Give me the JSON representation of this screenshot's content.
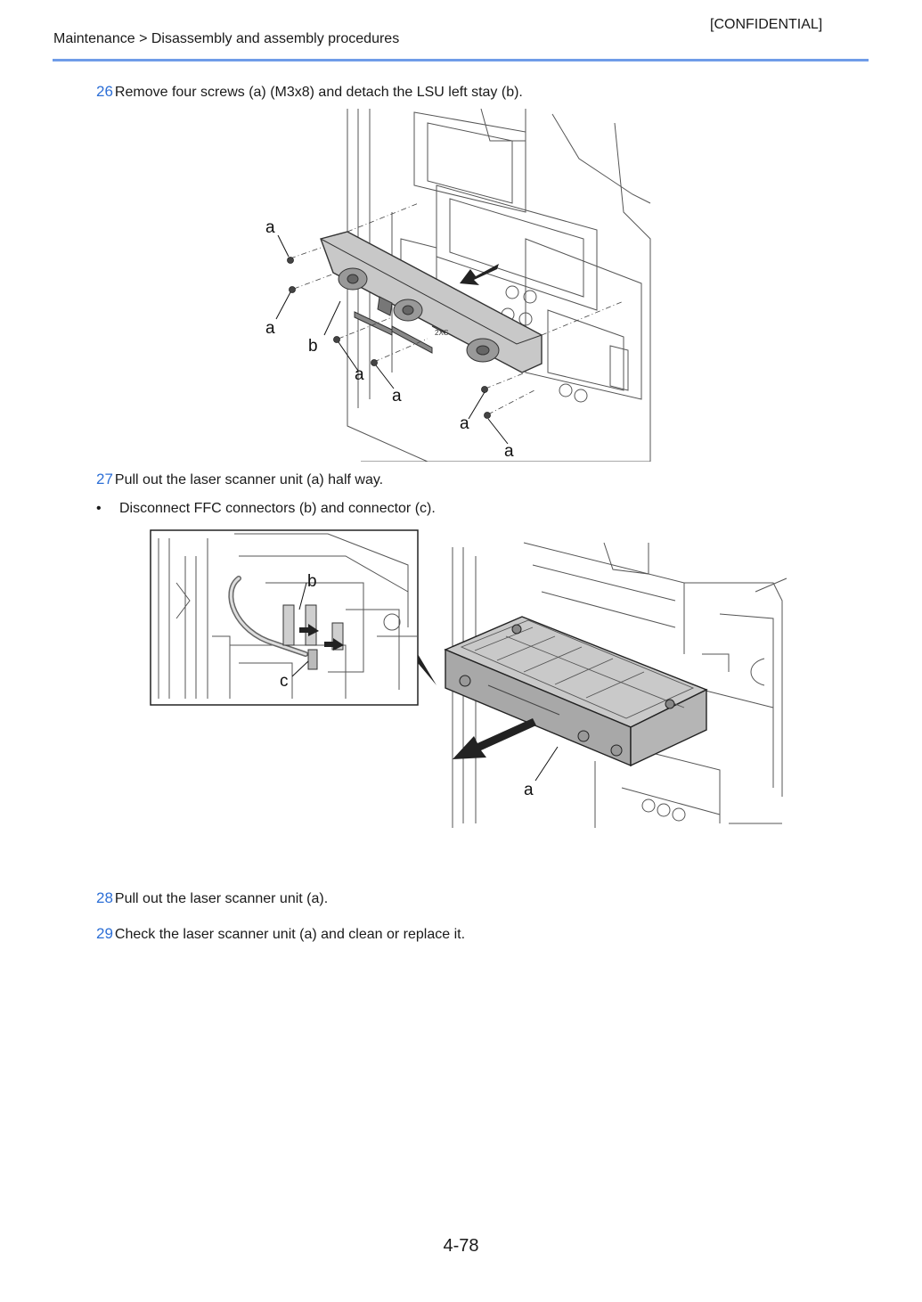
{
  "header": {
    "confidential": "[CONFIDENTIAL]",
    "breadcrumb": "Maintenance > Disassembly and assembly procedures"
  },
  "steps": [
    {
      "number": "26",
      "text": "Remove four screws (a) (M3x8) and detach the LSU left stay (b)."
    },
    {
      "number": "27",
      "text": "Pull out the laser scanner unit (a) half way."
    },
    {
      "number": "28",
      "text": "Pull out the laser scanner unit (a)."
    },
    {
      "number": "29",
      "text": "Check the laser scanner unit (a) and clean or replace it."
    }
  ],
  "bullets": [
    {
      "symbol": "•",
      "text": "Disconnect FFC connectors (b) and connector (c)."
    }
  ],
  "figure1": {
    "labels": {
      "a1": "a",
      "a2": "a",
      "b": "b",
      "a3": "a",
      "a4": "a",
      "a5": "a",
      "a6": "a"
    }
  },
  "figure2": {
    "inset_labels": {
      "b": "b",
      "c": "c"
    },
    "main_labels": {
      "a": "a"
    }
  },
  "footer": {
    "page_number": "4-78"
  }
}
